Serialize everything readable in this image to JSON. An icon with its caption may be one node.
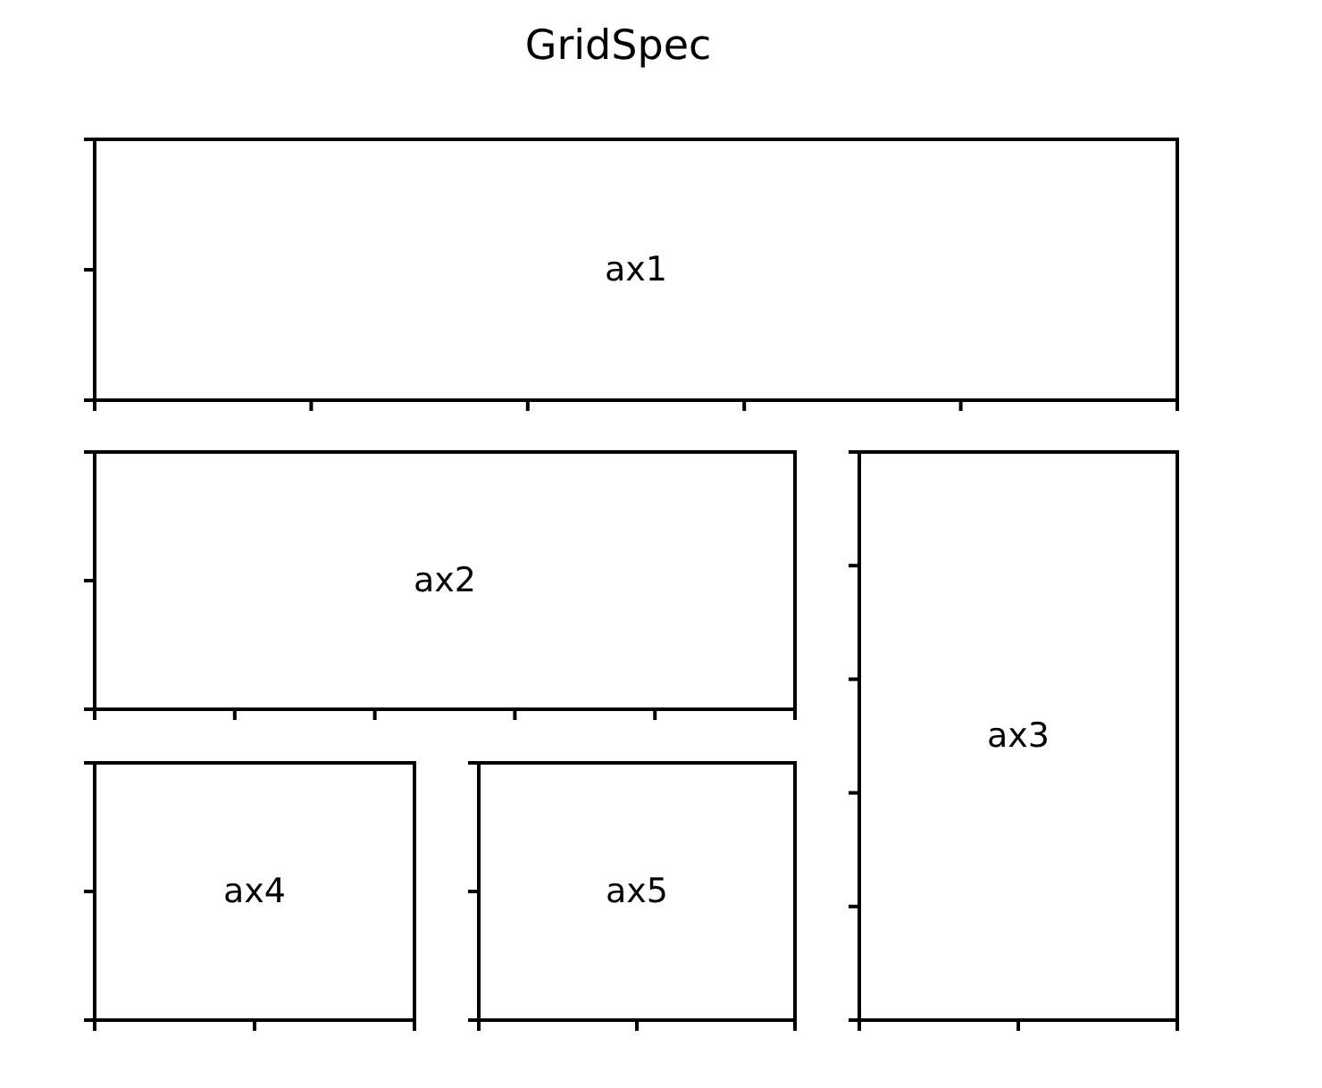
{
  "diagram": {
    "title": "GridSpec",
    "nodes": [
      {
        "text": [
          "ax1"
        ]
      },
      {
        "text": [
          "ax2"
        ]
      },
      {
        "text": [
          "ax3"
        ]
      },
      {
        "text": [
          "ax4"
        ]
      },
      {
        "text": [
          "ax5"
        ]
      }
    ]
  }
}
